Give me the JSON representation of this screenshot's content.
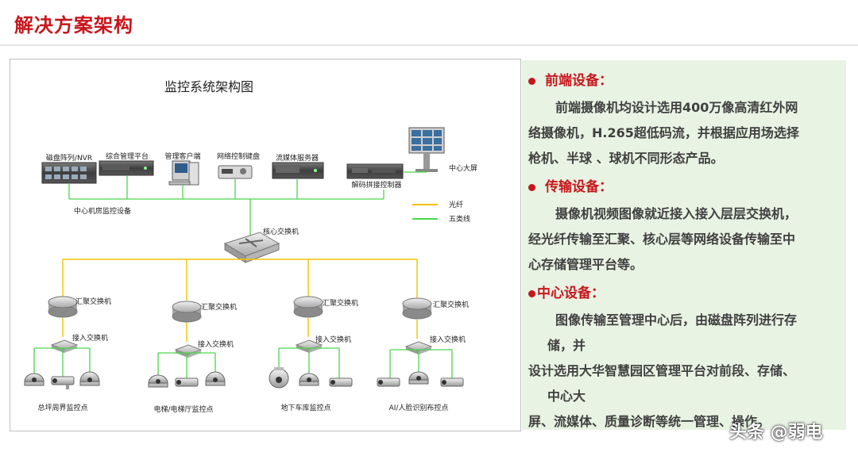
{
  "page": {
    "title": "解决方案架构"
  },
  "diagram": {
    "title": "监控系统架构图",
    "devices": {
      "disk_array": "磁盘阵列/NVR",
      "mgmt_platform": "综合管理平台",
      "mgmt_client": "管理客户端",
      "keyboard": "网络控制键盘",
      "media_server": "流媒体服务器",
      "decoder": "解码拼接控制器",
      "video_wall": "中心大屏",
      "center_group": "中心机房监控设备",
      "core_switch": "核心交换机",
      "agg_switch": "汇聚交换机",
      "access_switch": "接入交换机"
    },
    "legend": {
      "fiber": "光纤",
      "cat5": "五类线"
    },
    "colors": {
      "fiber": "#f2c200",
      "cat5": "#4cd64c"
    },
    "zones": [
      "总坪周界监控点",
      "电梯/电梯厅监控点",
      "地下车库监控点",
      "AI/人脸识别布控点"
    ]
  },
  "panel": {
    "sections": [
      {
        "heading": "前端设备：",
        "lines": [
          "前端摄像机均设计选用400万像高清红外网",
          "络摄像机，H.265超低码流，并根据应用场选择",
          "枪机、半球 、球机不同形态产品。"
        ]
      },
      {
        "heading": "传输设备：",
        "lines": [
          "摄像机视频图像就近接入接入层层交换机，",
          "经光纤传输至汇聚、核心层等网络设备传输至中",
          "心存储管理平台等。"
        ]
      },
      {
        "heading": "中心设备：",
        "lines": [
          "图像传输至管理中心后，由磁盘阵列进行存",
          "储，并",
          "设计选用大华智慧园区管理平台对前段、存储、",
          "中心大",
          "屏、流媒体、质量诊断等统一管理、操作。"
        ]
      }
    ]
  },
  "watermark": "头条 @弱电"
}
